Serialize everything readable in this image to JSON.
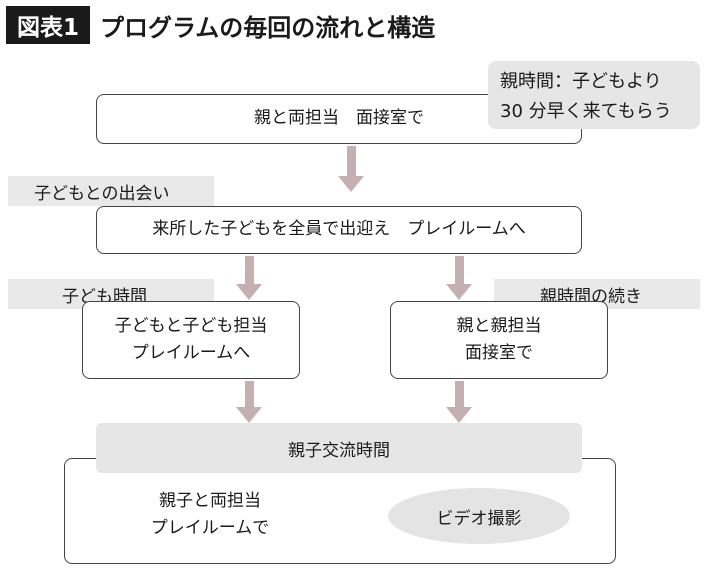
{
  "header": {
    "tag": "図表1",
    "title": "プログラムの毎回の流れと構造"
  },
  "note_parent_time": {
    "line1": "親時間：子どもより",
    "line2": "30 分早く来てもらう"
  },
  "box_interview": "親と両担当　面接室で",
  "label_meeting": "子どもとの出会い",
  "box_greeting": "来所した子どもを全員で出迎え　プレイルームへ",
  "label_child_time": "子ども時間",
  "box_child": {
    "line1": "子どもと子ども担当",
    "line2": "プレイルームへ"
  },
  "label_parent_cont": "親時間の続き",
  "box_parent": {
    "line1": "親と親担当",
    "line2": "面接室で"
  },
  "label_exchange": "親子交流時間",
  "box_final": {
    "line1": "親子と両担当",
    "line2": "プレイルームで"
  },
  "ellipse_video": "ビデオ撮影"
}
